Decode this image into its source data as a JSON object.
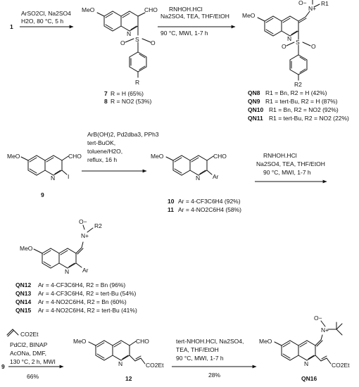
{
  "compounds": {
    "c1": "1",
    "c9_left": "9",
    "c9_row4": "9",
    "c12": "12",
    "qn16": "QN16",
    "c10": "10",
    "c11": "11"
  },
  "step1": {
    "line1": "ArSO2Cl, Na2SO4",
    "line2": "H2O, 80 °C, 5 h"
  },
  "step2": {
    "line1": "RNHOH.HCl",
    "line2": "Na2SO4, TEA, THF/EtOH",
    "line3": "90 °C, MWI, 1-7 h"
  },
  "step3": {
    "line1": "ArB(OH)2, Pd2dba3, PPh3",
    "line2": "tert-BuOK,",
    "line3": "toluene/H2O,",
    "line4": "reflux, 16 h"
  },
  "step4": {
    "line1": "RNHOH.HCl",
    "line2": "Na2SO4, TEA, THF/EtOH",
    "line3": "90 °C, MWI, 1-7 h"
  },
  "step5": {
    "reagent": "CO2Et",
    "line1": "PdCl2, BINAP",
    "line2": "AcONa, DMF,",
    "line3": "130 °C, 2 h, MWI",
    "yield": "66%"
  },
  "step6": {
    "line1": "tert-NHOH.HCl, Na2SO4,",
    "line2": "TEA, THF/EtOH",
    "line3": "90 °C, MWI, 1-7 h",
    "yield": "28%"
  },
  "atoms": {
    "meo": "MeO",
    "cho": "CHO",
    "n": "N",
    "s": "S",
    "o": "O",
    "i": "I",
    "r": "R",
    "r1": "R1",
    "r2": "R2",
    "ar": "Ar",
    "co2et": "CO2Et",
    "n_plus": "N+",
    "o_minus": "O−"
  },
  "products_78": [
    {
      "id": "7",
      "text": "R = H (65%)"
    },
    {
      "id": "8",
      "text": "R = NO2 (53%)"
    }
  ],
  "products_qn8_11": [
    {
      "id": "QN8",
      "text": "R1 = Bn, R2 = H (42%)"
    },
    {
      "id": "QN9",
      "text": "R1 = tert-Bu, R2 = H (87%)"
    },
    {
      "id": "QN10",
      "text": "R1 = Bn, R2 = NO2 (92%)"
    },
    {
      "id": "QN11",
      "text": "R1 = tert-Bu, R2 = NO2 (22%)"
    }
  ],
  "products_1011": [
    {
      "id": "10",
      "text": "Ar = 4-CF3C6H4 (92%)"
    },
    {
      "id": "11",
      "text": "Ar = 4-NO2C6H4 (58%)"
    }
  ],
  "products_qn12_15": [
    {
      "id": "QN12",
      "text": "Ar = 4-CF3C6H4, R2 = Bn (96%)"
    },
    {
      "id": "QN13",
      "text": "Ar = 4-CF3C6H4, R2 = tert-Bu (54%)"
    },
    {
      "id": "QN14",
      "text": "Ar = 4-NO2C6H4, R2 = Bn (60%)"
    },
    {
      "id": "QN15",
      "text": "Ar = 4-NO2C6H4, R2 = tert-Bu (41%)"
    }
  ]
}
